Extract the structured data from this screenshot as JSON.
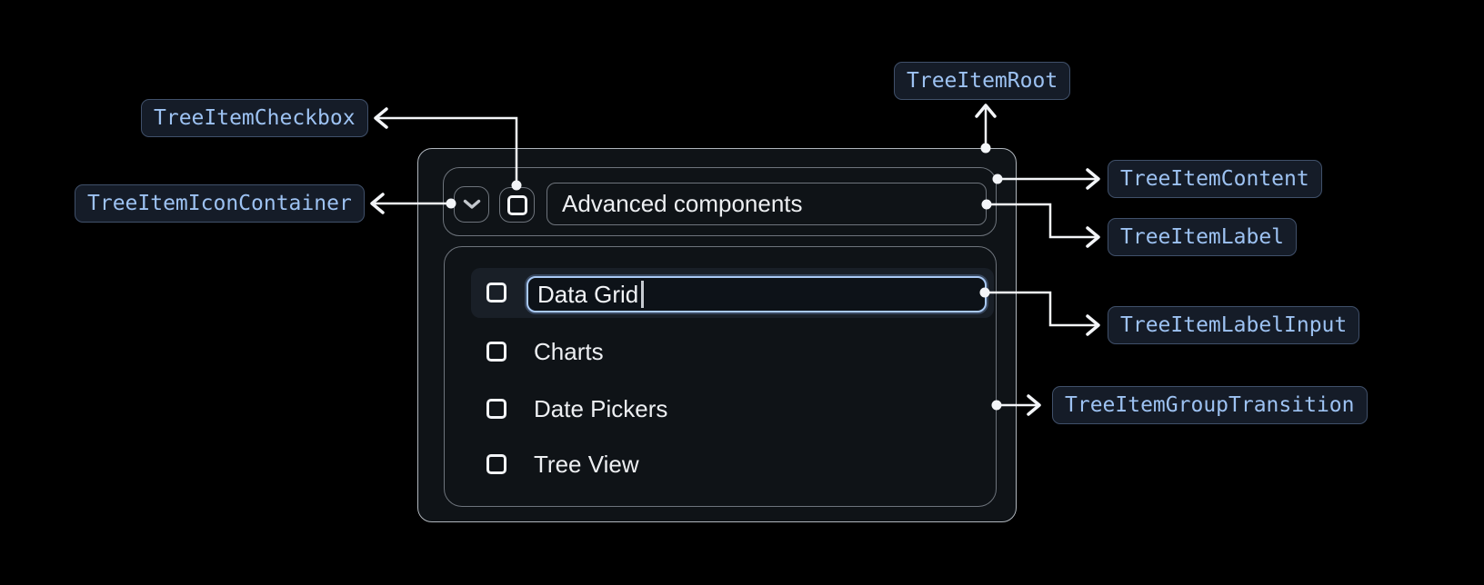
{
  "annotations": {
    "root": "TreeItemRoot",
    "checkbox": "TreeItemCheckbox",
    "icon_container": "TreeItemIconContainer",
    "content": "TreeItemContent",
    "label": "TreeItemLabel",
    "label_input": "TreeItemLabelInput",
    "group_transition": "TreeItemGroupTransition"
  },
  "tree": {
    "parent": {
      "label": "Advanced components",
      "expanded": true,
      "checked": false
    },
    "items": [
      {
        "label": "Data Grid",
        "state": "editing",
        "checked": false
      },
      {
        "label": "Charts",
        "state": "default",
        "checked": false
      },
      {
        "label": "Date Pickers",
        "state": "default",
        "checked": false
      },
      {
        "label": "Tree View",
        "state": "default",
        "checked": false
      }
    ]
  },
  "colors": {
    "background": "#000000",
    "surface": "#0F1317",
    "outer_border": "#B0B6BD",
    "inner_border": "#6E747C",
    "selected_row_bg": "#191F27",
    "input_focus_border": "#A9C9F4",
    "connector": "#F3F5F8",
    "annotation_text": "#9DC2F2",
    "annotation_border": "#40506A",
    "annotation_bg": "#151C28",
    "text": "#EDEFF2"
  }
}
